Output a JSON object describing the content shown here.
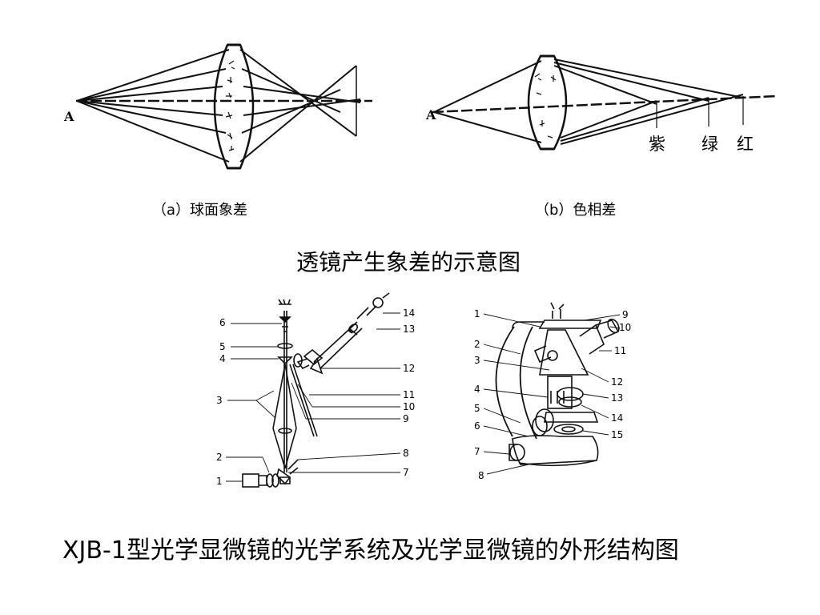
{
  "spherical": {
    "point_label": "A",
    "caption": "（a）球面象差"
  },
  "chromatic": {
    "point_label": "A",
    "caption": "（b）色相差",
    "colors": [
      "紫",
      "绿",
      "红"
    ]
  },
  "top_title": "透镜产生象差的示意图",
  "optical_system": {
    "left_labels": [
      "6",
      "5",
      "4",
      "3",
      "2",
      "1"
    ],
    "right_labels": [
      "14",
      "13",
      "12",
      "11",
      "10",
      "9",
      "8",
      "7"
    ]
  },
  "exterior": {
    "left_labels": [
      "1",
      "2",
      "3",
      "4",
      "5",
      "6",
      "7",
      "8"
    ],
    "right_labels": [
      "9",
      "10",
      "11",
      "12",
      "13",
      "14",
      "15"
    ]
  },
  "bottom_title": "XJB-1型光学显微镜的光学系统及光学显微镜的外形结构图"
}
